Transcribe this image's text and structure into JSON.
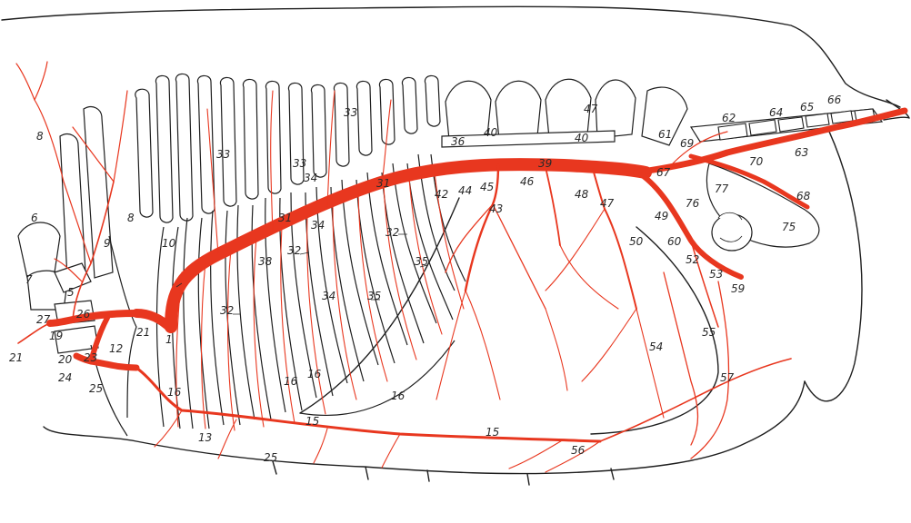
{
  "colors": {
    "background": "#ffffff",
    "outline": "#1e1e1e",
    "artery": "#e8371f",
    "label": "#2a2a2a"
  },
  "labels": {
    "n1": "1",
    "n5": "5",
    "n6": "6",
    "n7": "7",
    "n8a": "8",
    "n8b": "8",
    "n9": "9",
    "n10": "10",
    "n12": "12",
    "n13": "13",
    "n15a": "15",
    "n15b": "15",
    "n16a": "16",
    "n16b": "16",
    "n16c": "16",
    "n16d": "16",
    "n19": "19",
    "n20": "20",
    "n21": "21",
    "n21b": "21",
    "n23": "23",
    "n24": "24",
    "n25a": "25",
    "n25b": "25",
    "n26": "26",
    "n27": "27",
    "n31a": "31",
    "n31b": "31",
    "n32a": "32",
    "n32b": "32",
    "n32c": "32",
    "n33a": "33",
    "n33b": "33",
    "n33c": "33",
    "n34a": "34",
    "n34b": "34",
    "n34c": "34",
    "n35a": "35",
    "n35b": "35",
    "n36": "36",
    "n38": "38",
    "n39": "39",
    "n40a": "40",
    "n40b": "40",
    "n42": "42",
    "n43": "43",
    "n44": "44",
    "n45": "45",
    "n46": "46",
    "n47a": "47",
    "n47b": "47",
    "n48": "48",
    "n49": "49",
    "n50": "50",
    "n52": "52",
    "n53": "53",
    "n54": "54",
    "n55": "55",
    "n56": "56",
    "n57": "57",
    "n59": "59",
    "n60": "60",
    "n61": "61",
    "n62": "62",
    "n63": "63",
    "n64": "64",
    "n65": "65",
    "n66": "66",
    "n67": "67",
    "n68": "68",
    "n69": "69",
    "n70": "70",
    "n75": "75",
    "n76": "76",
    "n77": "77"
  }
}
